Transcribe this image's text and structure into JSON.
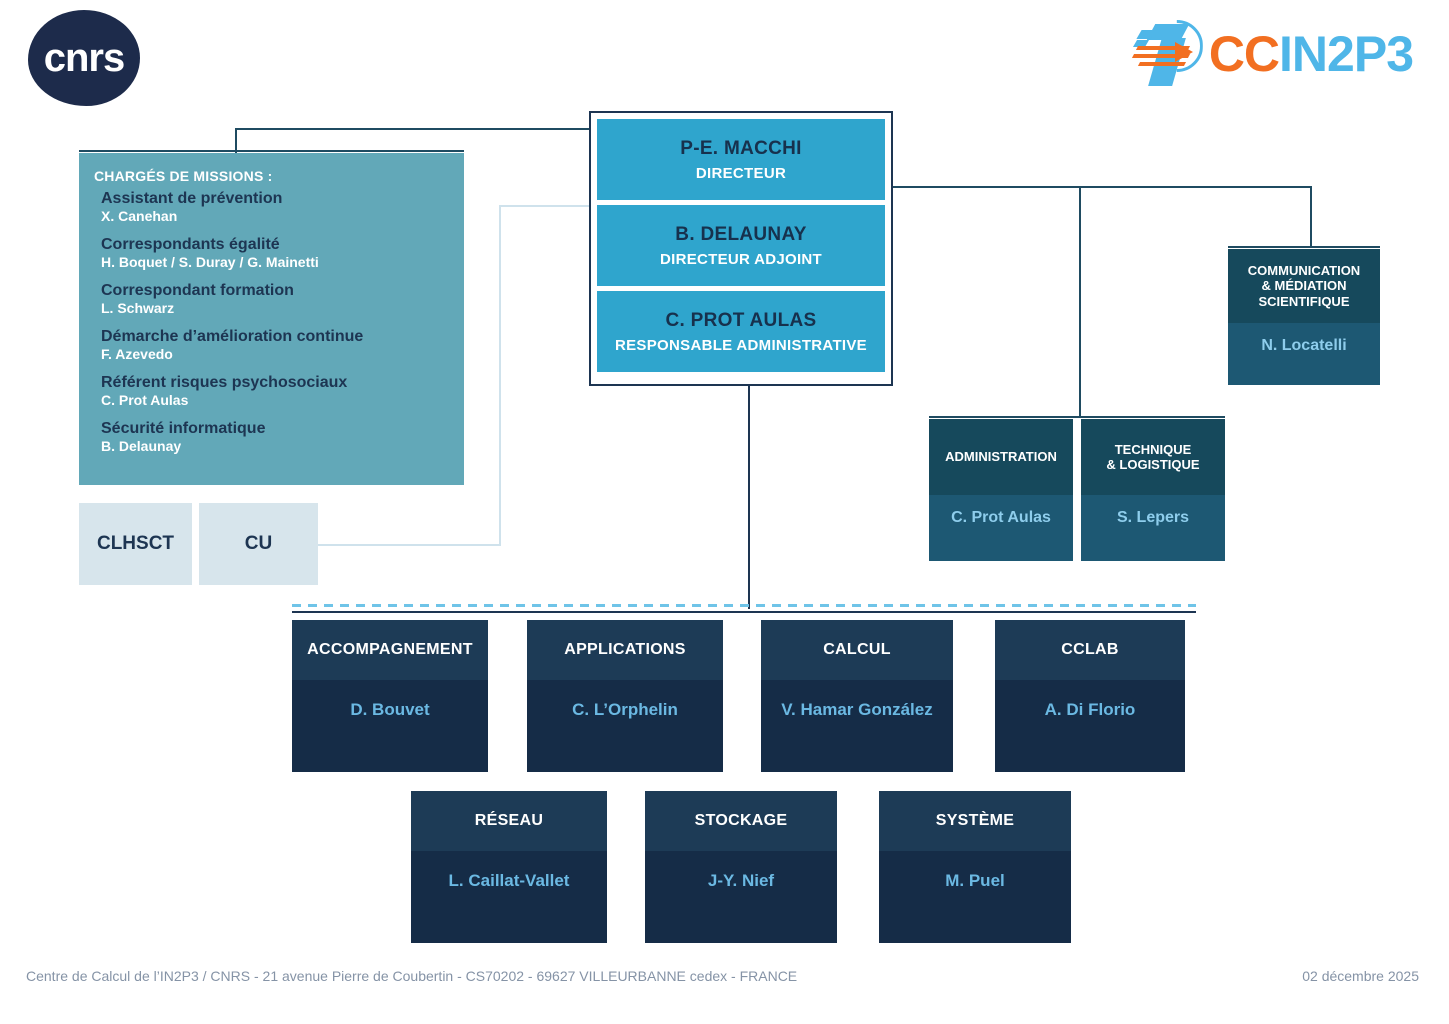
{
  "logos": {
    "cnrs": {
      "wordmark": "cnrs",
      "alt": "cnrs-logo"
    },
    "ccin2p3": {
      "prefix": "CC",
      "suffix": "IN2P3",
      "accent_orange": "#f26f21",
      "accent_blue": "#4fb6e8"
    }
  },
  "charges": {
    "title": "CHARGÉS DE MISSIONS :",
    "items": [
      {
        "role": "Assistant de prévention",
        "people": "X. Canehan"
      },
      {
        "role": "Correspondants égalité",
        "people": "H. Boquet / S. Duray / G. Mainetti"
      },
      {
        "role": "Correspondant formation",
        "people": "L. Schwarz"
      },
      {
        "role": "Démarche d’amélioration continue",
        "people": "F. Azevedo"
      },
      {
        "role": "Référent risques psychosociaux",
        "people": "C. Prot Aulas"
      },
      {
        "role": "Sécurité informatique",
        "people": "B. Delaunay"
      }
    ]
  },
  "committees": [
    {
      "label": "CLHSCT"
    },
    {
      "label": "CU"
    }
  ],
  "direction": [
    {
      "name": "P-E. MACCHI",
      "role": "DIRECTEUR"
    },
    {
      "name": "B. DELAUNAY",
      "role": "DIRECTEUR ADJOINT"
    },
    {
      "name": "C. PROT AULAS",
      "role": "RESPONSABLE  ADMINISTRATIVE"
    }
  ],
  "services": {
    "communication": {
      "title": "COMMUNICATION\n& MÉDIATION\nSCIENTIFIQUE",
      "name": "N. Locatelli"
    },
    "administration": {
      "title": "ADMINISTRATION",
      "name": "C. Prot Aulas"
    },
    "technique": {
      "title": "TECHNIQUE\n& LOGISTIQUE",
      "name": "S. Lepers"
    }
  },
  "departments": [
    {
      "title": "ACCOMPAGNEMENT",
      "name": "D. Bouvet"
    },
    {
      "title": "APPLICATIONS",
      "name": "C. L’Orphelin"
    },
    {
      "title": "CALCUL",
      "name": "V. Hamar González"
    },
    {
      "title": "CCLAB",
      "name": "A. Di Florio"
    },
    {
      "title": "RÉSEAU",
      "name": "L. Caillat-Vallet"
    },
    {
      "title": "STOCKAGE",
      "name": "J-Y. Nief"
    },
    {
      "title": "SYSTÈME",
      "name": "M. Puel"
    }
  ],
  "footer": {
    "address": "Centre de Calcul de l’IN2P3 / CNRS - 21 avenue Pierre de Coubertin - CS70202 - 69627 VILLEURBANNE cedex - FRANCE",
    "date": "02 décembre 2025"
  },
  "colors": {
    "director_blue": "#2fa5cd",
    "charges_teal": "#62a8b8",
    "service_teal_head": "#16495c",
    "service_teal_body": "#1d5873",
    "dept_navy_head": "#1d3b56",
    "dept_navy_body": "#152c47",
    "committee_light": "#d7e5ec",
    "name_light_blue": "#6bb9e3",
    "footer_gray": "#8593a6"
  }
}
